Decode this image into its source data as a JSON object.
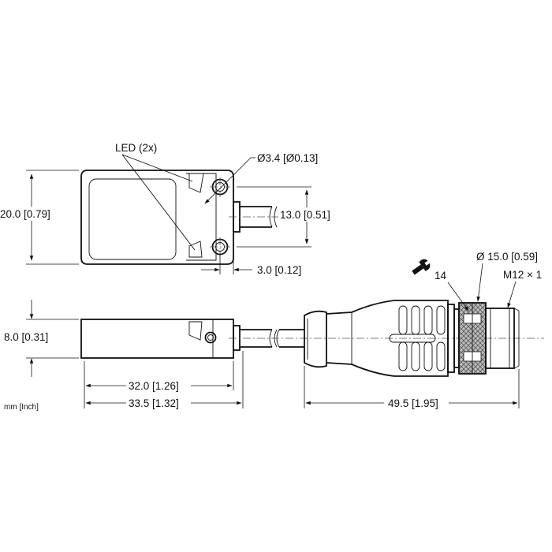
{
  "labels": {
    "led": "LED (2x)",
    "hole_diameter": "Ø3.4 [Ø0.13]",
    "height": "20.0 [0.79]",
    "cable_offset": "13.0 [0.51]",
    "tab_width": "3.0 [0.12]",
    "thickness": "8.0 [0.31]",
    "hole_spacing": "32.0 [1.26]",
    "body_length": "33.5 [1.32]",
    "connector_length": "49.5 [1.95]",
    "connector_diameter": "Ø 15.0 [0.59]",
    "thread": "M12 × 1",
    "wrench_size": "14",
    "units": "mm [Inch]"
  },
  "colors": {
    "line": "#111111",
    "knurl": "#9a9a9a",
    "background": "#ffffff"
  },
  "icons": [
    "wrench-icon",
    "arrow-icon"
  ]
}
